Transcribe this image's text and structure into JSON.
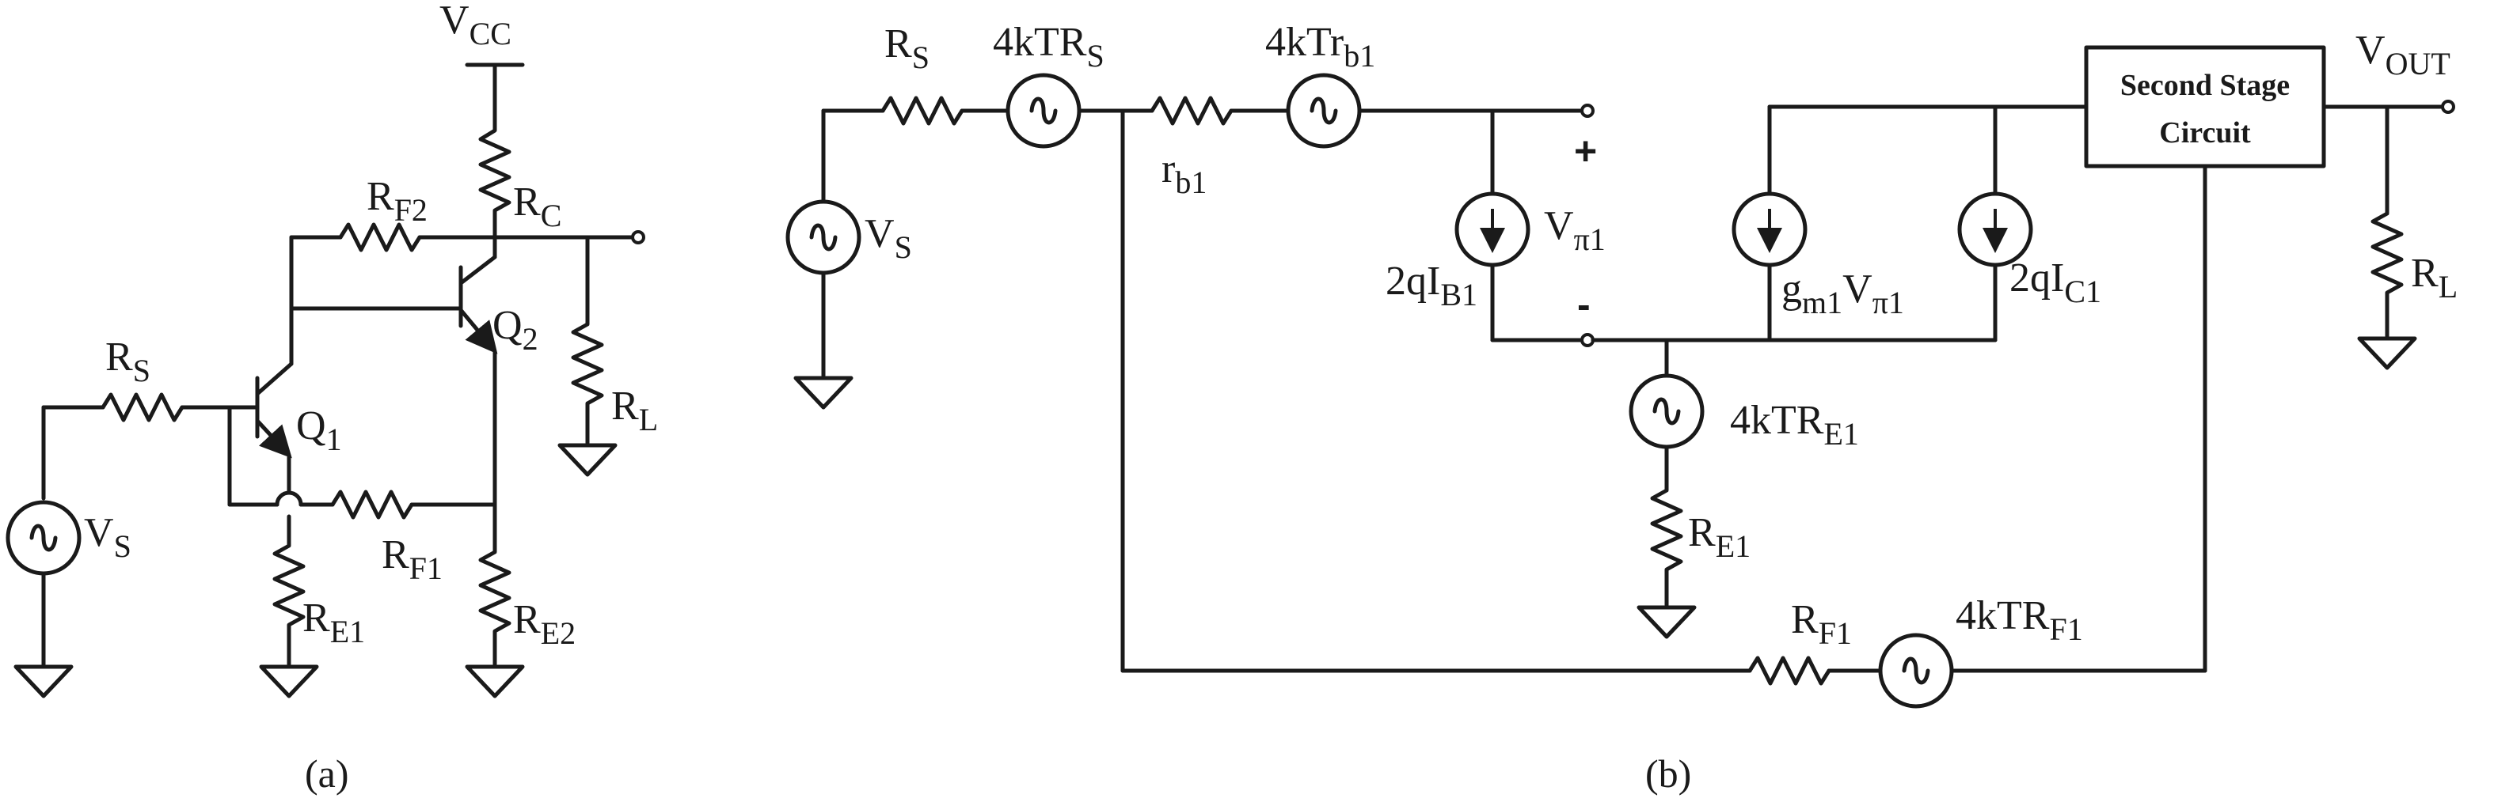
{
  "figure_a": {
    "caption": "(a)",
    "labels": {
      "vcc": {
        "main": "V",
        "sub": "CC"
      },
      "rc": {
        "main": "R",
        "sub": "C"
      },
      "rf2": {
        "main": "R",
        "sub": "F2"
      },
      "q1": {
        "main": "Q",
        "sub": "1"
      },
      "q2": {
        "main": "Q",
        "sub": "2"
      },
      "rs": {
        "main": "R",
        "sub": "S"
      },
      "vs": {
        "main": "V",
        "sub": "S"
      },
      "rf1": {
        "main": "R",
        "sub": "F1"
      },
      "re1": {
        "main": "R",
        "sub": "E1"
      },
      "re2": {
        "main": "R",
        "sub": "E2"
      },
      "rl": {
        "main": "R",
        "sub": "L"
      }
    }
  },
  "figure_b": {
    "caption": "(b)",
    "labels": {
      "rs": {
        "main": "R",
        "sub": "S"
      },
      "n_rs": {
        "main": "4kTR",
        "sub": "S"
      },
      "rb1": {
        "main": "r",
        "sub": "b1"
      },
      "n_rb1": {
        "main": "4kTr",
        "sub": "b1"
      },
      "vs": {
        "main": "V",
        "sub": "S"
      },
      "vpi1": {
        "main": "V",
        "sub": "π1"
      },
      "n_ib1": {
        "main": "2qI",
        "sub": "B1"
      },
      "plus": "+",
      "minus": "-",
      "gm": {
        "main": "g",
        "sub": "m1",
        "main2": "V",
        "sub2": "π1"
      },
      "n_ic1": {
        "main": "2qI",
        "sub": "C1"
      },
      "n_re1": {
        "main": "4kTR",
        "sub": "E1"
      },
      "re1": {
        "main": "R",
        "sub": "E1"
      },
      "rf1": {
        "main": "R",
        "sub": "F1"
      },
      "n_rf1": {
        "main": "4kTR",
        "sub": "F1"
      },
      "vout": {
        "main": "V",
        "sub": "OUT"
      },
      "rl": {
        "main": "R",
        "sub": "L"
      },
      "second_stage": [
        "Second Stage",
        "Circuit"
      ]
    }
  }
}
